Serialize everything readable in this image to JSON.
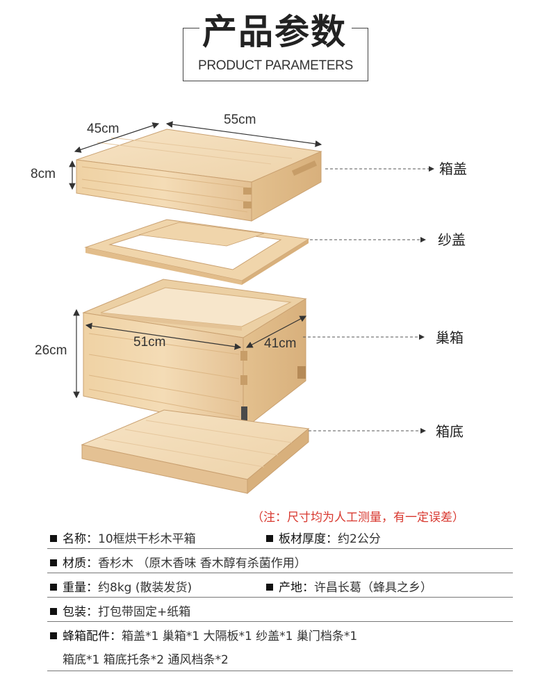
{
  "header": {
    "title_cn": "产品参数",
    "title_en": "PRODUCT PARAMETERS"
  },
  "dimensions": {
    "width_top": "45cm",
    "length_top": "55cm",
    "height_lid": "8cm",
    "length_body": "51cm",
    "width_body": "41cm",
    "height_body": "26cm"
  },
  "parts": {
    "lid": "箱盖",
    "screen_cover": "纱盖",
    "hive_body": "巢箱",
    "bottom": "箱底"
  },
  "note": "（注：尺寸均为人工测量，有一定误差）",
  "specs": {
    "name_label": "名称：",
    "name_value": "10框烘干杉木平箱",
    "thickness_label": "板材厚度：",
    "thickness_value": "约2公分",
    "material_label": "材质：",
    "material_value": "香杉木 （原木香味 香木醇有杀菌作用）",
    "weight_label": "重量：",
    "weight_value": "约8kg (散装发货)",
    "origin_label": "产地：",
    "origin_value": "许昌长葛（蜂具之乡）",
    "package_label": "包装：",
    "package_value": "打包带固定+纸箱",
    "accessories_label": "蜂箱配件：",
    "accessories_line1": "箱盖*1  巢箱*1  大隔板*1  纱盖*1  巢门档条*1",
    "accessories_line2": "箱底*1  箱底托条*2  通风档条*2"
  },
  "colors": {
    "wood_light": "#f3dcb8",
    "wood_mid": "#e8c89a",
    "wood_dark": "#d4ac78",
    "note_red": "#d8382f"
  }
}
